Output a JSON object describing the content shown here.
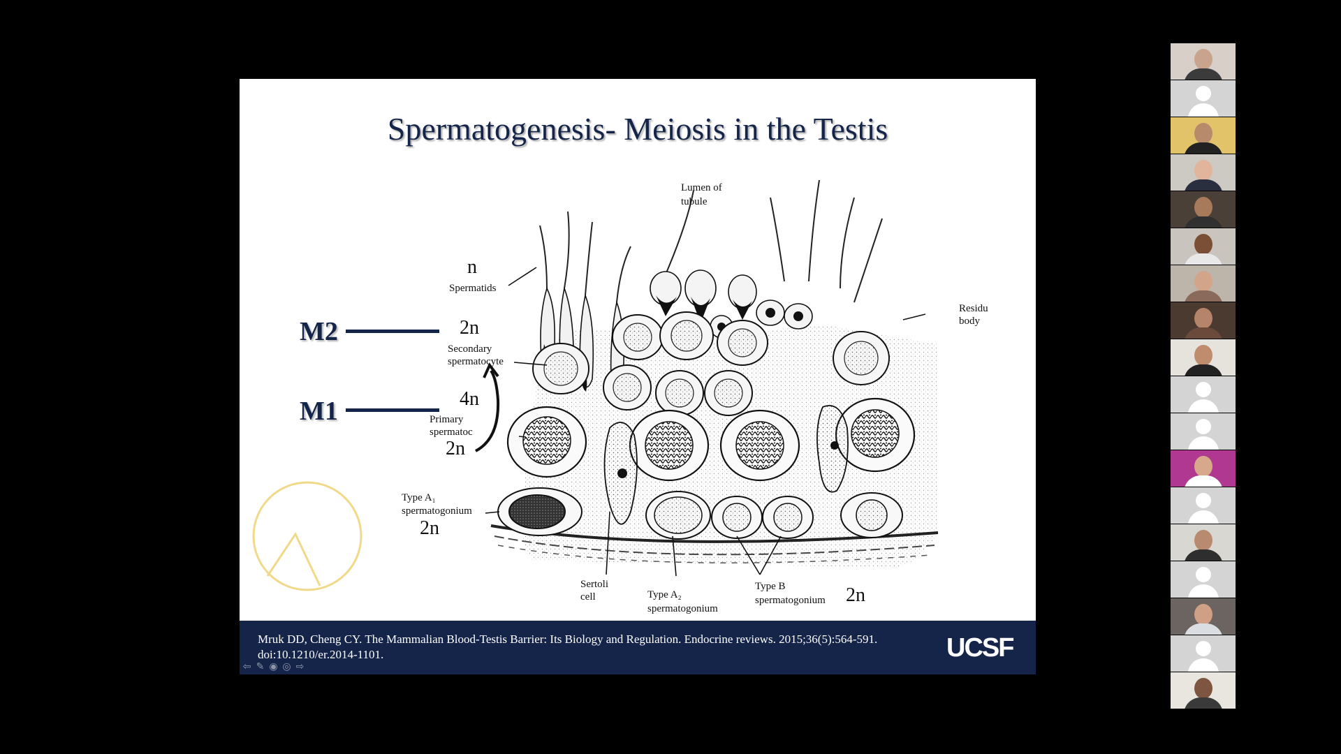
{
  "slide": {
    "title": "Spermatogenesis- Meiosis in the Testis",
    "labels": {
      "lumen": "Lumen of",
      "lumen2": "tubule",
      "spermatids": "Spermatids",
      "residual": "Residu",
      "residual2": "body",
      "secondary": "Secondary",
      "secondary2": "spermatocyte",
      "primary": "Primary",
      "primary2": "spermatoc",
      "type_a1": "Type A₁",
      "type_a1_2": "spermatogonium",
      "sertoli": "Sertoli",
      "sertoli2": "cell",
      "type_a2": "Type A₂",
      "type_a2_2": "spermatogonium",
      "type_b": "Type B",
      "type_b2": "spermatogonium"
    },
    "ploidy": {
      "n": "n",
      "secondary": "2n",
      "primary_top": "4n",
      "primary_bottom": "2n",
      "type_a1": "2n",
      "type_b": "2n"
    },
    "meiosis": {
      "m2": "M2",
      "m1": "M1"
    },
    "citation_line1": "Mruk DD, Cheng CY. The Mammalian Blood-Testis Barrier: Its Biology and Regulation. Endocrine reviews. 2015;36(5):564-591.",
    "citation_line2": "doi:10.1210/er.2014-1101.",
    "logo": "UCSF",
    "colors": {
      "navy": "#15254a",
      "laser_pointer": "#f1d98a"
    }
  },
  "nav_controls": [
    "previous-icon",
    "pen-icon",
    "slides-icon",
    "zoom-icon",
    "next-icon"
  ],
  "participants": [
    {
      "type": "video",
      "skin": "#c9a38d",
      "shirt": "#3b3b3b",
      "bg": "#d8d0c8"
    },
    {
      "type": "avatar"
    },
    {
      "type": "video",
      "skin": "#b88a6c",
      "shirt": "#222222",
      "bg": "#e3c36a"
    },
    {
      "type": "video",
      "skin": "#e0b59b",
      "shirt": "#2a2f40",
      "bg": "#cdcac4"
    },
    {
      "type": "video",
      "skin": "#a87a5c",
      "shirt": "#303030",
      "bg": "#4a4038"
    },
    {
      "type": "video",
      "skin": "#7a4f35",
      "shirt": "#e8e8e8",
      "bg": "#c9c4bd"
    },
    {
      "type": "video",
      "skin": "#d2a58a",
      "shirt": "#8a6a5a",
      "bg": "#bdb5aa"
    },
    {
      "type": "video",
      "skin": "#b5846a",
      "shirt": "#6a4a3a",
      "bg": "#4a3a30"
    },
    {
      "type": "video",
      "skin": "#c08c6e",
      "shirt": "#222222",
      "bg": "#e6e2dc"
    },
    {
      "type": "avatar"
    },
    {
      "type": "avatar"
    },
    {
      "type": "video",
      "skin": "#d8a88c",
      "shirt": "#ffffff",
      "bg": "#b03890"
    },
    {
      "type": "avatar"
    },
    {
      "type": "video",
      "skin": "#b88a70",
      "shirt": "#2e2e2e",
      "bg": "#d9d7d2"
    },
    {
      "type": "avatar"
    },
    {
      "type": "video",
      "skin": "#d0a086",
      "shirt": "#dadde2",
      "bg": "#6b6460"
    },
    {
      "type": "avatar"
    },
    {
      "type": "video",
      "skin": "#7d5540",
      "shirt": "#3a3a3a",
      "bg": "#e9e6e0"
    }
  ]
}
